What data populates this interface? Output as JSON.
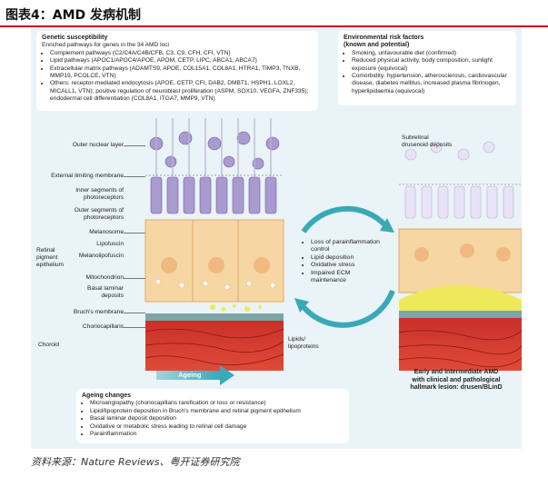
{
  "header": {
    "title": "图表4：AMD 发病机制"
  },
  "genetic": {
    "title": "Genetic susceptibility",
    "intro": "Enriched pathways for genes in the 34 AMD loci",
    "items": [
      "Complement pathways (C2/C4A/C4B/CFB, C3, C9, CFH, CFI, VTN)",
      "Lipid pathways (APOC1/APOC4/APOE, APOM, CETP, LIPC, ABCA1, ABCA7)",
      "Extracellular matrix pathways (ADAMTS9, APOE, COL15A1, COL8A1, HTRA1, TIMP3, TNXB, MMP19, PCOLCE, VTN)",
      "Others: receptor-mediated endocytosis (APOE, CETP, CFI, DAB2, DMBT1, HSPH1, LOXL2, MICALL1, VTN); positive regulation of neuroblast proliferation (ASPM, SOX10, VEGFA, ZNF335); endodermal cell differentiation (COL8A1, ITGA7, MMP9, VTN)"
    ]
  },
  "environmental": {
    "title": "Environmental risk factors",
    "subtitle": "(known and potential)",
    "items": [
      "Smoking, unfavourable diet (confirmed)",
      "Reduced physical activity, body composition, sunlight exposure (equivocal)",
      "Comorbidity: hypertension, atherosclerosis, cardiovascular disease, diabetes mellitus, increased plasma fibrinogen, hyperlipidaemia (equivocal)"
    ]
  },
  "layers": {
    "outer_nuclear": "Outer nuclear layer",
    "external_limiting": "External limiting membrane",
    "inner_segments": "Inner segments of photoreceptors",
    "outer_segments": "Outer segments of photoreceptors",
    "melanosome": "Melanosome",
    "lipofuscin": "Lipofuscin",
    "melanolipofuscin": "Melanolipofuscin",
    "rpe": "Retinal pigment epithelium",
    "mitochondrion": "Mitochondrion",
    "basal_laminar": "Basal laminar deposits",
    "bruchs": "Bruch's membrane",
    "choriocapillaris": "Choriocapillaris",
    "choroid": "Choroid",
    "lipids": "Lipids/ lipoproteins",
    "subretinal": "Subretinal drusenoid deposits"
  },
  "cycle": {
    "items": [
      "Loss of parainflammation control",
      "Lipid deposition",
      "Oxidative stress",
      "Impaired ECM maintenance"
    ]
  },
  "ageing_arrow": {
    "label": "Ageing"
  },
  "ageing_changes": {
    "title": "Ageing changes",
    "items": [
      "Microangiopathy (choriocapillaris rarefication or loss or resistance)",
      "Lipid/lipoprotein deposition in Bruch's membrane and retinal pigment epithelium",
      "Basal laminar deposit deposition",
      "Oxidative or metabolic stress leading to retinal cell damage",
      "Parainflammation"
    ]
  },
  "right_caption": {
    "line1": "Early and Intermediate AMD",
    "line2": "with clinical and pathological",
    "line3": "hallmark lesion: drusen/BLinD"
  },
  "source": "资料来源：Nature Reviews、粤开证券研究院",
  "colors": {
    "accent_red": "#c4161c",
    "panel_bg": "#eaf3f7",
    "photoreceptor": "#a99ad0",
    "rpe": "#f6d7a4",
    "choroid": "#d9372e",
    "drusen": "#eee95a",
    "arrow_teal": "#3aa9b7"
  }
}
